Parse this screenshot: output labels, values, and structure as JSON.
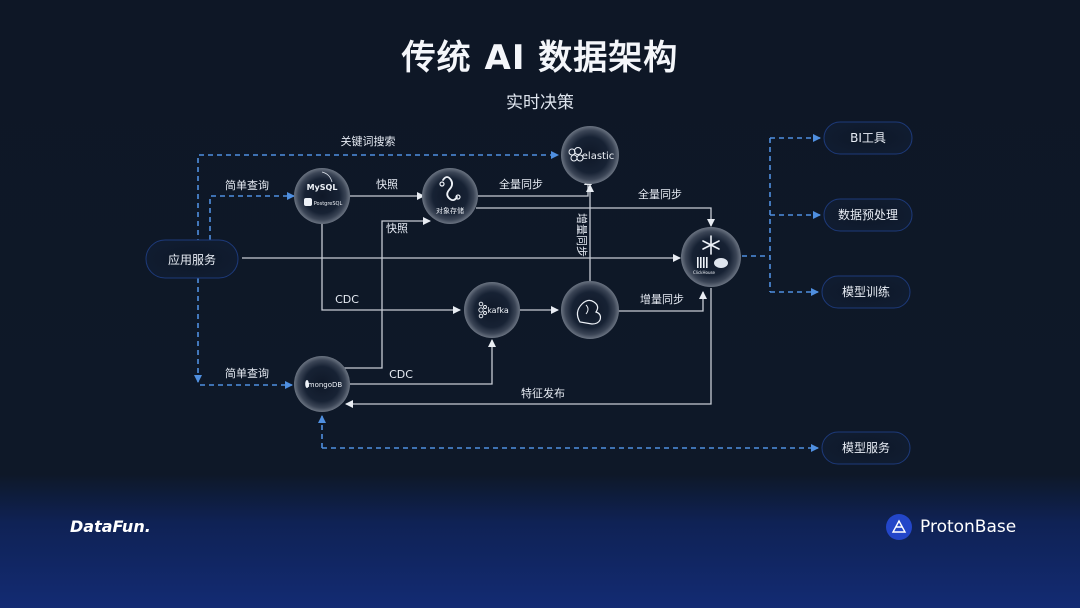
{
  "header": {
    "title": "传统 AI 数据架构",
    "subtitle": "实时决策"
  },
  "nodes": {
    "app_service": "应用服务",
    "mysql": "MySQL",
    "postgresql": "PostgreSQL",
    "object_storage": "对象存储",
    "elastic": "elastic",
    "kafka": "kafka",
    "mongodb": "mongoDB",
    "clickhouse": "ClickHouse"
  },
  "outputs": {
    "bi_tools": "BI工具",
    "data_preprocess": "数据预处理",
    "model_training": "模型训练",
    "model_serving": "模型服务"
  },
  "edges": {
    "keyword_search": "关键词搜索",
    "simple_query_1": "简单查询",
    "simple_query_2": "简单查询",
    "snapshot_1": "快照",
    "snapshot_2": "快照",
    "full_sync_1": "全量同步",
    "full_sync_2": "全量同步",
    "incremental_sync_vertical": "增量同步",
    "incremental_sync": "增量同步",
    "cdc_1": "CDC",
    "cdc_2": "CDC",
    "feature_publish": "特征发布"
  },
  "footer": {
    "left_brand": "DataFun.",
    "right_brand": "ProtonBase"
  },
  "colors": {
    "background": "#0e1726",
    "accent_blue": "#4f8fe0",
    "line": "#c7ccd4",
    "footer_blue": "#132b73"
  }
}
